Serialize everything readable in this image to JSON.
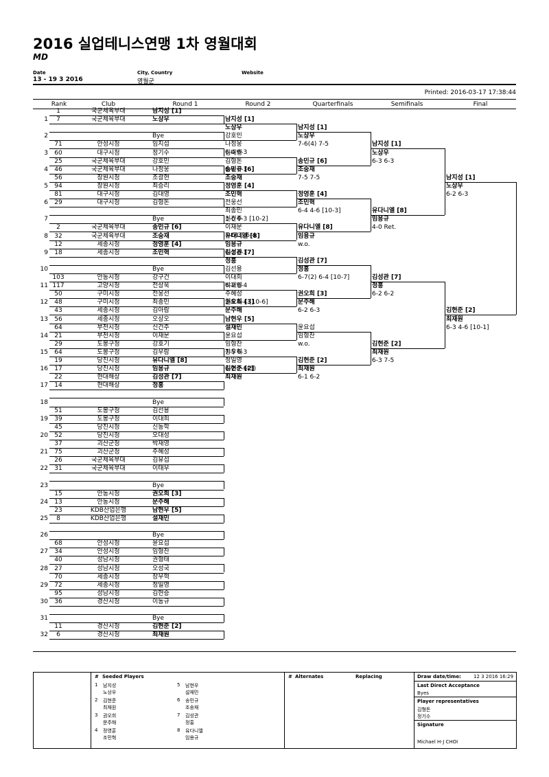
{
  "header": {
    "title": "2016 실업테니스연맹 1차 영월대회",
    "event": "MD",
    "date_label": "Date",
    "date_value": "13 - 19 3 2016",
    "city_label": "City, Country",
    "city_value": "영월군",
    "website_label": "Website",
    "printed": "Printed: 2016-03-17 17:38:44"
  },
  "columns": [
    "Rank",
    "Club",
    "Round 1",
    "Round 2",
    "Quarterfinals",
    "Semifinals",
    "Final"
  ],
  "draw": [
    {
      "pos": "1",
      "entries": [
        {
          "rank": "1",
          "club": "국군체육부대",
          "name": "남지성 [1]"
        },
        {
          "rank": "7",
          "club": "국군체육부대",
          "name": "노상우"
        }
      ]
    },
    {
      "pos": "2",
      "entries": [
        {
          "rank": "",
          "club": "",
          "name": ""
        },
        {
          "rank": "",
          "club": "",
          "name": "Bye"
        }
      ]
    },
    {
      "pos": "3",
      "entries": [
        {
          "rank": "71",
          "club": "안성시청",
          "name": "임지섭"
        },
        {
          "rank": "60",
          "club": "대구시청",
          "name": "정기수"
        }
      ]
    },
    {
      "pos": "4",
      "entries": [
        {
          "rank": "25",
          "club": "국군체육부대",
          "name": "강호민"
        },
        {
          "rank": "46",
          "club": "국군체육부대",
          "name": "나정웅"
        }
      ]
    },
    {
      "pos": "5",
      "entries": [
        {
          "rank": "56",
          "club": "창원시청",
          "name": "조광현"
        },
        {
          "rank": "94",
          "club": "창원시청",
          "name": "최승리"
        }
      ]
    },
    {
      "pos": "6",
      "entries": [
        {
          "rank": "81",
          "club": "대구시청",
          "name": "김대영"
        },
        {
          "rank": "29",
          "club": "대구시청",
          "name": "김형돈"
        }
      ]
    },
    {
      "pos": "7",
      "entries": [
        {
          "rank": "",
          "club": "",
          "name": ""
        },
        {
          "rank": "",
          "club": "",
          "name": "Bye"
        }
      ]
    },
    {
      "pos": "8",
      "entries": [
        {
          "rank": "2",
          "club": "국군체육부대",
          "name": "송민규 [6]"
        },
        {
          "rank": "32",
          "club": "국군체육부대",
          "name": "조숭재"
        }
      ]
    },
    {
      "pos": "9",
      "entries": [
        {
          "rank": "12",
          "club": "세종시청",
          "name": "정영훈 [4]"
        },
        {
          "rank": "18",
          "club": "세종시청",
          "name": "조민혁"
        }
      ]
    },
    {
      "pos": "10",
      "entries": [
        {
          "rank": "",
          "club": "",
          "name": ""
        },
        {
          "rank": "",
          "club": "",
          "name": "Bye"
        }
      ]
    },
    {
      "pos": "11",
      "entries": [
        {
          "rank": "103",
          "club": "안동시청",
          "name": "강구건"
        },
        {
          "rank": "117",
          "club": "고양시청",
          "name": "전상욱"
        }
      ]
    },
    {
      "pos": "12",
      "entries": [
        {
          "rank": "50",
          "club": "구미시청",
          "name": "전웅선"
        },
        {
          "rank": "48",
          "club": "구미시청",
          "name": "최종민"
        }
      ]
    },
    {
      "pos": "13",
      "entries": [
        {
          "rank": "43",
          "club": "세종시청",
          "name": "김아람"
        },
        {
          "rank": "56",
          "club": "세종시청",
          "name": "오상오"
        }
      ]
    },
    {
      "pos": "14",
      "entries": [
        {
          "rank": "64",
          "club": "부천시청",
          "name": "신건주"
        },
        {
          "rank": "21",
          "club": "부천시청",
          "name": "이재문"
        }
      ]
    },
    {
      "pos": "15",
      "entries": [
        {
          "rank": "29",
          "club": "도봉구청",
          "name": "강호기"
        },
        {
          "rank": "64",
          "club": "도봉구청",
          "name": "김우람"
        }
      ]
    },
    {
      "pos": "16",
      "entries": [
        {
          "rank": "19",
          "club": "당진시청",
          "name": "유다니엘 [8]"
        },
        {
          "rank": "17",
          "club": "당진시청",
          "name": "임용규"
        }
      ]
    },
    {
      "pos": "17",
      "entries": [
        {
          "rank": "22",
          "club": "현대해상",
          "name": "김성관 [7]"
        },
        {
          "rank": "14",
          "club": "현대해상",
          "name": "정홍"
        }
      ]
    },
    {
      "pos": "18",
      "entries": [
        {
          "rank": "",
          "club": "",
          "name": ""
        },
        {
          "rank": "",
          "club": "",
          "name": "Bye"
        }
      ]
    },
    {
      "pos": "19",
      "entries": [
        {
          "rank": "51",
          "club": "도봉구청",
          "name": "김선용"
        },
        {
          "rank": "39",
          "club": "도봉구청",
          "name": "이대희"
        }
      ]
    },
    {
      "pos": "20",
      "entries": [
        {
          "rank": "45",
          "club": "당진시청",
          "name": "신동학"
        },
        {
          "rank": "52",
          "club": "당진시청",
          "name": "오대성"
        }
      ]
    },
    {
      "pos": "21",
      "entries": [
        {
          "rank": "37",
          "club": "괴산군청",
          "name": "박재영"
        },
        {
          "rank": "75",
          "club": "괴산군청",
          "name": "주혜성"
        }
      ]
    },
    {
      "pos": "22",
      "entries": [
        {
          "rank": "26",
          "club": "국군체육부대",
          "name": "김유섭"
        },
        {
          "rank": "31",
          "club": "국군체육부대",
          "name": "이태우"
        }
      ]
    },
    {
      "pos": "23",
      "entries": [
        {
          "rank": "",
          "club": "",
          "name": ""
        },
        {
          "rank": "",
          "club": "",
          "name": "Bye"
        }
      ]
    },
    {
      "pos": "24",
      "entries": [
        {
          "rank": "15",
          "club": "안동시청",
          "name": "권오희 [3]"
        },
        {
          "rank": "13",
          "club": "안동시청",
          "name": "문주해"
        }
      ]
    },
    {
      "pos": "25",
      "entries": [
        {
          "rank": "23",
          "club": "KDB산업은행",
          "name": "남현우 [5]"
        },
        {
          "rank": "8",
          "club": "KDB산업은행",
          "name": "설재민"
        }
      ]
    },
    {
      "pos": "26",
      "entries": [
        {
          "rank": "",
          "club": "",
          "name": ""
        },
        {
          "rank": "",
          "club": "",
          "name": "Bye"
        }
      ]
    },
    {
      "pos": "27",
      "entries": [
        {
          "rank": "68",
          "club": "안성시청",
          "name": "윤요섭"
        },
        {
          "rank": "34",
          "club": "안성시청",
          "name": "임형찬"
        }
      ]
    },
    {
      "pos": "28",
      "entries": [
        {
          "rank": "40",
          "club": "성남시청",
          "name": "권형태"
        },
        {
          "rank": "27",
          "club": "성남시청",
          "name": "오성국"
        }
      ]
    },
    {
      "pos": "29",
      "entries": [
        {
          "rank": "70",
          "club": "세종시청",
          "name": "장우혁"
        },
        {
          "rank": "72",
          "club": "세종시청",
          "name": "정일영"
        }
      ]
    },
    {
      "pos": "30",
      "entries": [
        {
          "rank": "95",
          "club": "성남시청",
          "name": "김현승"
        },
        {
          "rank": "36",
          "club": "경산시청",
          "name": "이동규"
        }
      ]
    },
    {
      "pos": "31",
      "entries": [
        {
          "rank": "",
          "club": "",
          "name": ""
        },
        {
          "rank": "",
          "club": "",
          "name": "Bye"
        }
      ]
    },
    {
      "pos": "32",
      "entries": [
        {
          "rank": "11",
          "club": "경산시청",
          "name": "김현준 [2]"
        },
        {
          "rank": "6",
          "club": "경산시청",
          "name": "최재원"
        }
      ]
    }
  ],
  "round2": [
    {
      "names": [
        "남지성 [1]",
        "노상우"
      ],
      "score": ""
    },
    {
      "names": [
        "강호민",
        "나정웅"
      ],
      "score": "6-4 6-3"
    },
    {
      "names": [
        "김대영",
        "김형돈"
      ],
      "score": "6-4 6-3"
    },
    {
      "names": [
        "송민규 [6]",
        "조숭재"
      ],
      "score": ""
    },
    {
      "names": [
        "정영훈 [4]",
        "조민혁"
      ],
      "score": ""
    },
    {
      "names": [
        "전웅선",
        "최종민"
      ],
      "score": "3-6 6-3 [10-2]"
    },
    {
      "names": [
        "신건주",
        "이재문"
      ],
      "score": "7-6(3) 6-4"
    },
    {
      "names": [
        "유다니엘 [8]",
        "임용규"
      ],
      "score": "6-2 6-3"
    },
    {
      "names": [
        "김성관 [7]",
        "정홍"
      ],
      "score": ""
    },
    {
      "names": [
        "김선용",
        "이대희"
      ],
      "score": "6-2 6-4"
    },
    {
      "names": [
        "박재영",
        "주혜성"
      ],
      "score": "3-6 6-4 [10-6]"
    },
    {
      "names": [
        "권오희 [3]",
        "문주해"
      ],
      "score": ""
    },
    {
      "names": [
        "남현우 [5]",
        "설재민"
      ],
      "score": ""
    },
    {
      "names": [
        "윤요섭",
        "임형찬"
      ],
      "score": "7-5 6-3"
    },
    {
      "names": [
        "장우혁",
        "정일영"
      ],
      "score": "6-2 7-6(3)"
    },
    {
      "names": [
        "김현준 [2]",
        "최재원"
      ],
      "score": ""
    }
  ],
  "quarterfinals": [
    {
      "names": [
        "남지성 [1]",
        "노상우"
      ],
      "score": "7-6(4) 7-5"
    },
    {
      "names": [
        "송민규 [6]",
        "조숭재"
      ],
      "score": "7-5 7-5"
    },
    {
      "names": [
        "정영훈 [4]",
        "조민혁"
      ],
      "score": "6-4 4-6 [10-3]"
    },
    {
      "names": [
        "유다니엘 [8]",
        "임용규"
      ],
      "score": "w.o."
    },
    {
      "names": [
        "김성관 [7]",
        "정홍"
      ],
      "score": "6-7(2) 6-4 [10-7]"
    },
    {
      "names": [
        "권오희 [3]",
        "문주해"
      ],
      "score": "6-2 6-3"
    },
    {
      "names": [
        "윤요섭",
        "임형찬"
      ],
      "score": "w.o."
    },
    {
      "names": [
        "김현준 [2]",
        "최재원"
      ],
      "score": "6-1 6-2"
    }
  ],
  "semifinals": [
    {
      "names": [
        "남지성 [1]",
        "노상우"
      ],
      "score": "6-3 6-3"
    },
    {
      "names": [
        "유다니엘 [8]",
        "임용규"
      ],
      "score": "4-0 Ret."
    },
    {
      "names": [
        "김성관 [7]",
        "정홍"
      ],
      "score": "6-2 6-2"
    },
    {
      "names": [
        "김현준 [2]",
        "최재원"
      ],
      "score": "6-3 7-5"
    }
  ],
  "final": [
    {
      "names": [
        "남지성 [1]",
        "노상우"
      ],
      "score": "6-2 6-3"
    },
    {
      "names": [
        "김현준 [2]",
        "최재원"
      ],
      "score": "6-3 4-6 [10-1]"
    }
  ],
  "footer": {
    "seeded_title": "Seeded Players",
    "seeds": [
      {
        "n": "1",
        "a": "남지성",
        "b": "노상우"
      },
      {
        "n": "2",
        "a": "김현준",
        "b": "최재원"
      },
      {
        "n": "3",
        "a": "권오희",
        "b": "문주해"
      },
      {
        "n": "4",
        "a": "정영훈",
        "b": "조민혁"
      },
      {
        "n": "5",
        "a": "남현우",
        "b": "설재민"
      },
      {
        "n": "6",
        "a": "송민규",
        "b": "조숭재"
      },
      {
        "n": "7",
        "a": "김성관",
        "b": "정홍"
      },
      {
        "n": "8",
        "a": "유다니엘",
        "b": "임용규"
      }
    ],
    "alternates_title": "Alternates",
    "replacing": "Replacing",
    "draw_date_label": "Draw date/time:",
    "draw_date_value": "12 3 2016 16:29",
    "lda_label": "Last Direct Acceptance",
    "lda_value": "Byes",
    "reps_label": "Player representatives",
    "reps": [
      "김형돈",
      "정기수"
    ],
    "signature_label": "Signature",
    "signature_value": "Michael H-J CHOI"
  }
}
